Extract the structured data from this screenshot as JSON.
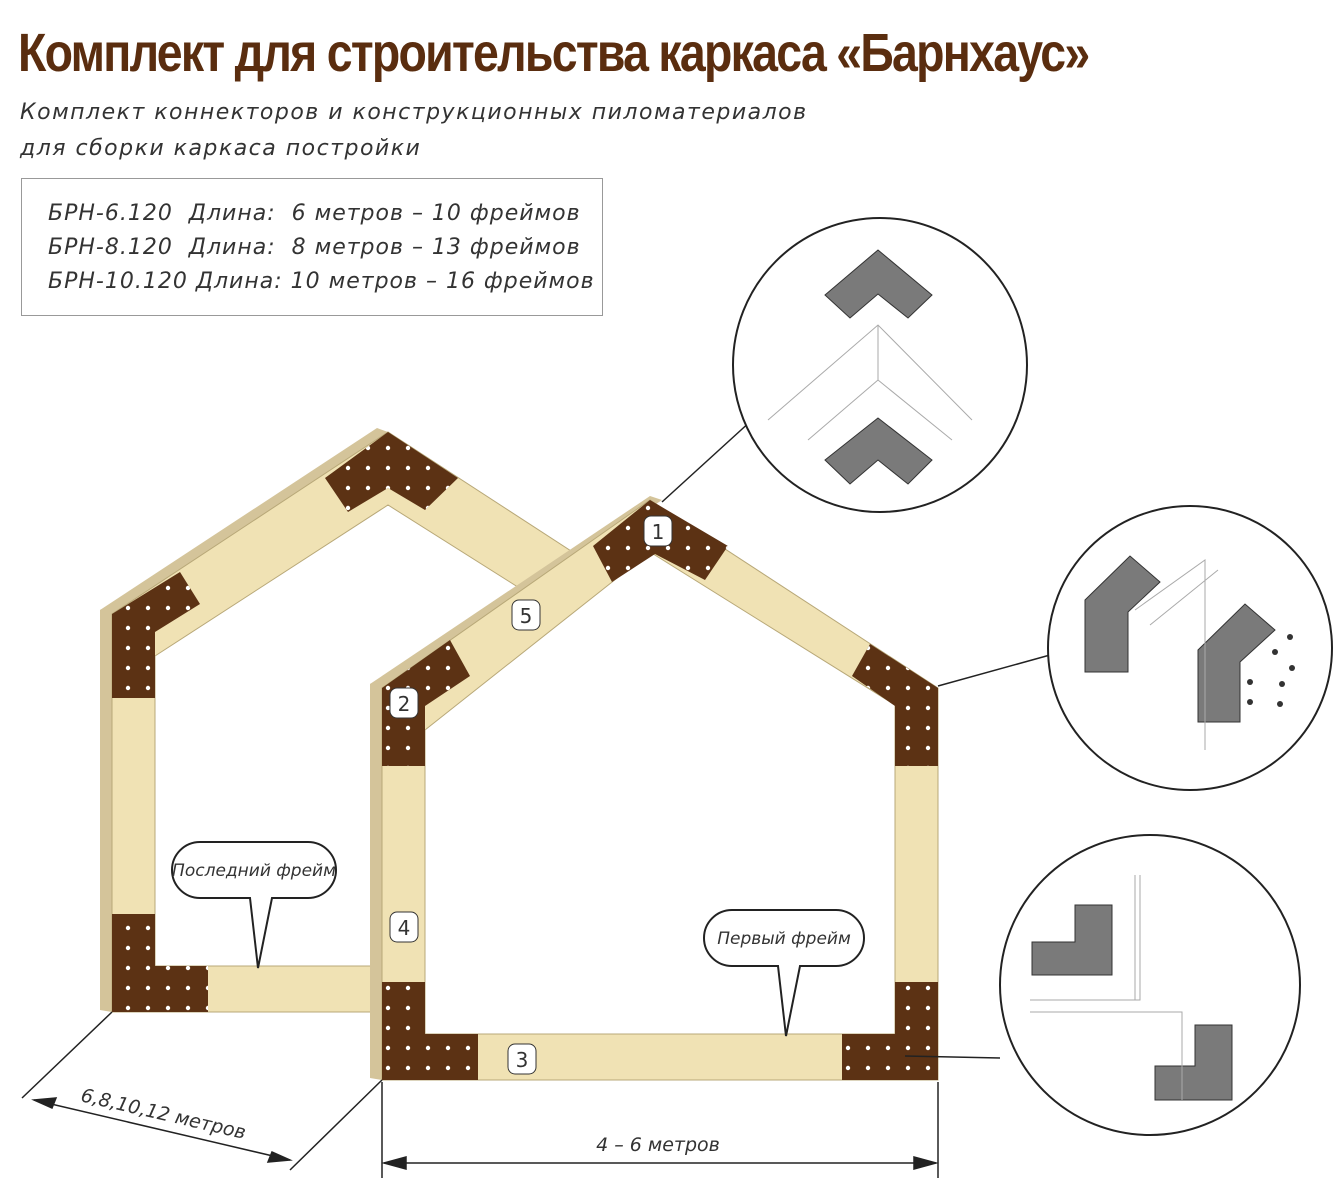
{
  "title": "Комплект для строительства каркаса «Барнхаус»",
  "subtitle_line1": "Комплект коннекторов и конструкционных пиломатериалов",
  "subtitle_line2": "для сборки каркаса постройки",
  "specs": [
    "БРН-6.120  Длина:  6 метров – 10 фреймов",
    "БРН-8.120  Длина:  8 метров – 13 фреймов",
    "БРН-10.120 Длина: 10 метров – 16 фреймов"
  ],
  "labels": {
    "last_frame": "Последний фрейм",
    "first_frame": "Первый фрейм",
    "length_dim": "6,8,10,12 метров",
    "width_dim": "4 – 6 метров"
  },
  "part_numbers": [
    "1",
    "2",
    "3",
    "4",
    "5"
  ],
  "colors": {
    "title": "#5a2d0f",
    "connector": "#5c3214",
    "lumber": "#f0e2b4",
    "lumber_side": "#d4c49a",
    "plate": "#7a7a7a"
  }
}
